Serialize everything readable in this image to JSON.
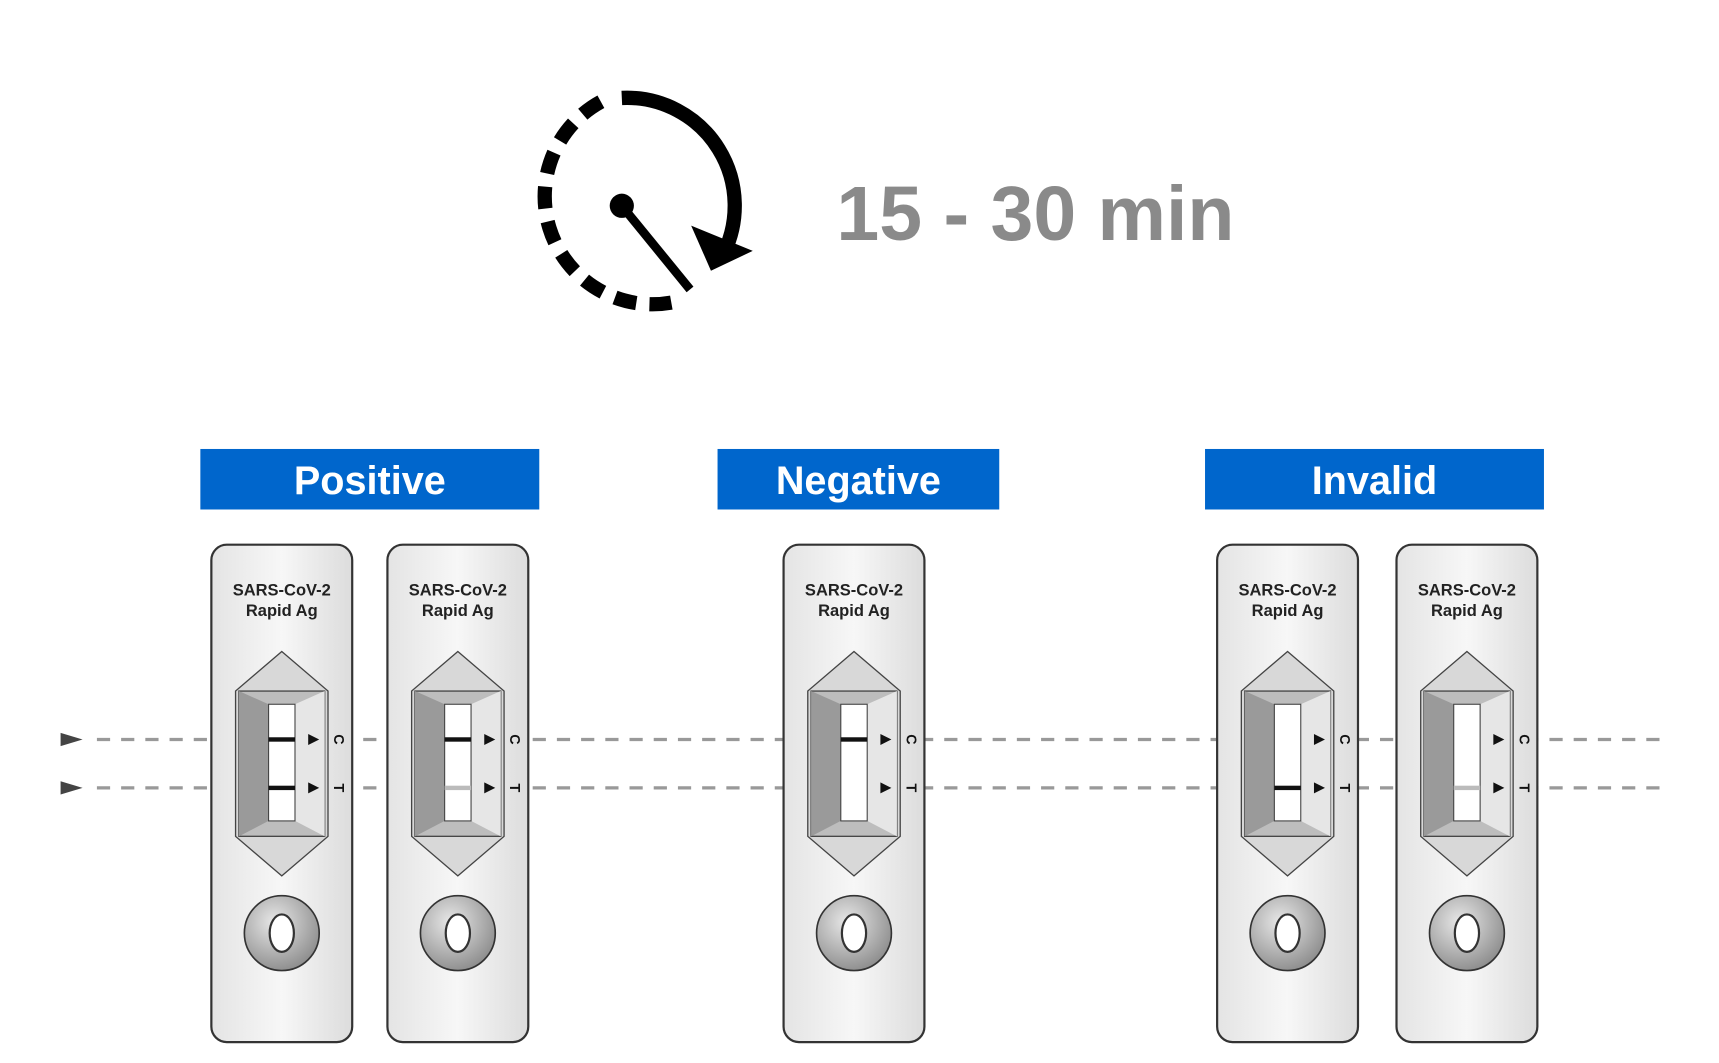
{
  "timer": {
    "icon": "timer-clock-icon",
    "text": "15 - 30 min"
  },
  "groups": [
    {
      "label": "Positive",
      "color": "#0066cc"
    },
    {
      "label": "Negative",
      "color": "#0066cc"
    },
    {
      "label": "Invalid",
      "color": "#0066cc"
    }
  ],
  "cassette": {
    "title_line1": "SARS-CoV-2",
    "title_line2": "Rapid Ag",
    "control_mark": "C",
    "test_mark": "T"
  },
  "cassettes": [
    {
      "group": "Positive",
      "control_line": "strong",
      "test_line": "strong"
    },
    {
      "group": "Positive",
      "control_line": "strong",
      "test_line": "faint"
    },
    {
      "group": "Negative",
      "control_line": "strong",
      "test_line": "none"
    },
    {
      "group": "Invalid",
      "control_line": "none",
      "test_line": "strong"
    },
    {
      "group": "Invalid",
      "control_line": "none",
      "test_line": "faint"
    }
  ]
}
